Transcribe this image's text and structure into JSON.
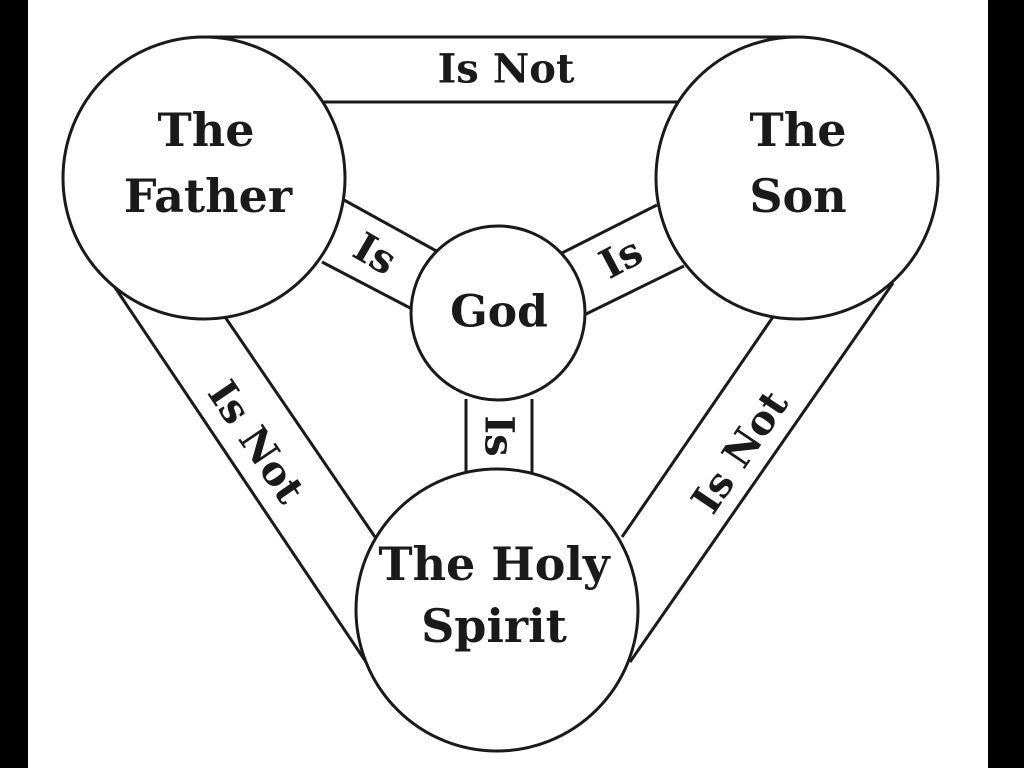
{
  "diagram": {
    "nodes": {
      "father": {
        "line1": "The",
        "line2": "Father"
      },
      "son": {
        "line1": "The",
        "line2": "Son"
      },
      "spirit": {
        "line1": "The Holy",
        "line2": "Spirit"
      },
      "god": {
        "label": "God"
      }
    },
    "relations": {
      "father_son": "Is Not",
      "father_spirit": "Is Not",
      "son_spirit": "Is Not",
      "father_god": "Is",
      "son_god": "Is",
      "spirit_god": "Is"
    },
    "colors": {
      "background": "#000000",
      "panel": "#ffffff",
      "ink": "#1a1a1a"
    }
  }
}
